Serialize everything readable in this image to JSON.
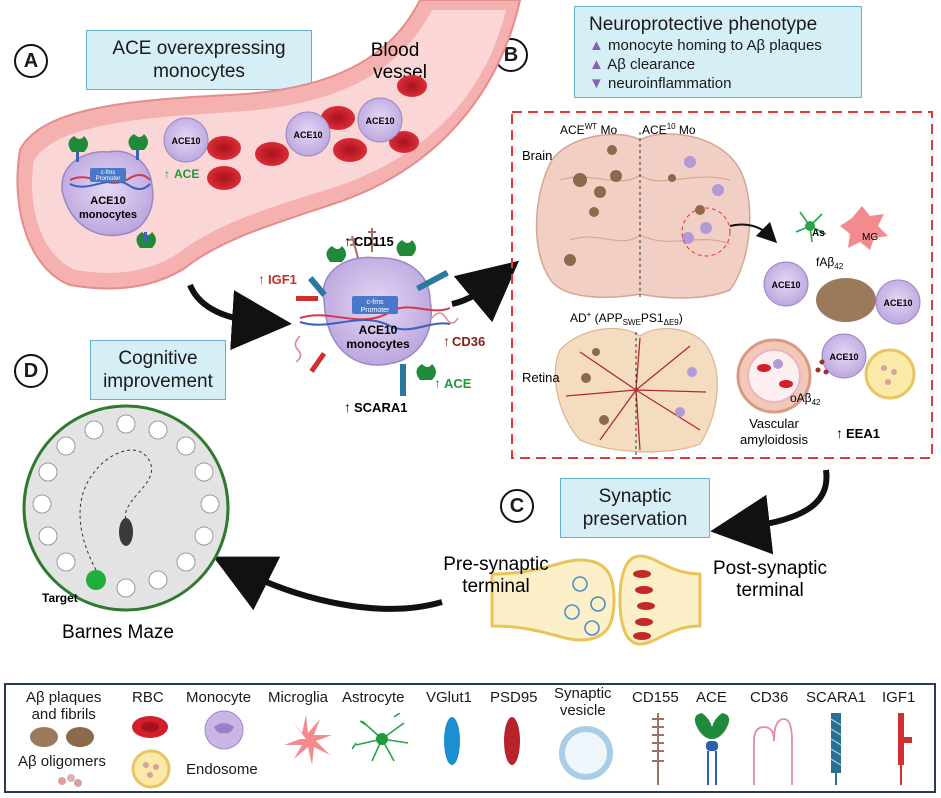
{
  "panels": {
    "a": {
      "letter": "A",
      "title_line1": "ACE overexpressing",
      "title_line2": "monocytes"
    },
    "b": {
      "letter": "B",
      "title": "Neuroprotective phenotype",
      "bullets": [
        {
          "arrow": "up",
          "text": "monocyte homing to Aβ plaques"
        },
        {
          "arrow": "up",
          "text": "Aβ clearance"
        },
        {
          "arrow": "down",
          "text": "neuroinflammation"
        }
      ]
    },
    "c": {
      "letter": "C",
      "title_line1": "Synaptic",
      "title_line2": "preservation"
    },
    "d": {
      "letter": "D",
      "title_line1": "Cognitive",
      "title_line2": "improvement"
    }
  },
  "vessel": {
    "label_line1": "Blood",
    "label_line2": "vessel",
    "cell_label": "ACE10",
    "monocyte_line1": "ACE10",
    "monocyte_line2": "monocytes",
    "promoter_line1": "c-fms",
    "promoter_line2": "Promoter",
    "ace_up": "ACE"
  },
  "center_monocyte": {
    "line1": "ACE10",
    "line2": "monocytes",
    "promoter_line1": "c-fms",
    "promoter_line2": "Promoter",
    "markers": {
      "cd115": "CD115",
      "igf1": "IGF1",
      "cd36": "CD36",
      "ace": "ACE",
      "scara1": "SCARA1"
    }
  },
  "brain": {
    "label": "Brain",
    "wt_prefix": "ACE",
    "wt_sup": "WT",
    "wt_suffix": " Mo",
    "ace10_prefix": "ACE",
    "ace10_sup": "10",
    "ace10_suffix": " Mo",
    "ad_main": "AD",
    "ad_sup": "+",
    "ad_open": " (APP",
    "ad_sub1": "SWE",
    "ad_mid": "PS1",
    "ad_sub2": "ΔE9",
    "ad_close": ")",
    "retina_label": "Retina",
    "vascular_line1": "Vascular",
    "vascular_line2": "amyloidosis",
    "zoom": {
      "as": "As",
      "mg": "MG",
      "fab": "fAβ",
      "fab_sub": "42",
      "oab": "oAβ",
      "oab_sub": "42",
      "eea1": "EEA1",
      "cell": "ACE10"
    }
  },
  "synapse": {
    "pre_line1": "Pre-synaptic",
    "pre_line2": "terminal",
    "post_line1": "Post-synaptic",
    "post_line2": "terminal"
  },
  "maze": {
    "target": "Target",
    "name": "Barnes Maze"
  },
  "legend": [
    {
      "key": "plaques",
      "line1": "Aβ plaques",
      "line2": "and fibrils"
    },
    {
      "key": "oligomers",
      "line1": "Aβ oligomers"
    },
    {
      "key": "rbc",
      "line1": "RBC"
    },
    {
      "key": "monocyte",
      "line1": "Monocyte"
    },
    {
      "key": "endosome",
      "line1": "Endosome"
    },
    {
      "key": "microglia",
      "line1": "Microglia"
    },
    {
      "key": "astrocyte",
      "line1": "Astrocyte"
    },
    {
      "key": "vglut1",
      "line1": "VGlut1"
    },
    {
      "key": "psd95",
      "line1": "PSD95"
    },
    {
      "key": "vesicle",
      "line1": "Synaptic",
      "line2": "vesicle"
    },
    {
      "key": "cd155",
      "line1": "CD155"
    },
    {
      "key": "ace",
      "line1": "ACE"
    },
    {
      "key": "cd36",
      "line1": "CD36"
    },
    {
      "key": "scara1",
      "line1": "SCARA1"
    },
    {
      "key": "igf1",
      "line1": "IGF1"
    }
  ],
  "colors": {
    "vessel": "#f7b3b3",
    "rbc": "#d21f2a",
    "monocyte": "#c9b6e6",
    "titlebox": "#d6eef5",
    "green": "#1f9a3a",
    "red_marker": "#cf2a2a",
    "brown_marker": "#8a1c12",
    "dashed_frame": "#e03a3a"
  }
}
